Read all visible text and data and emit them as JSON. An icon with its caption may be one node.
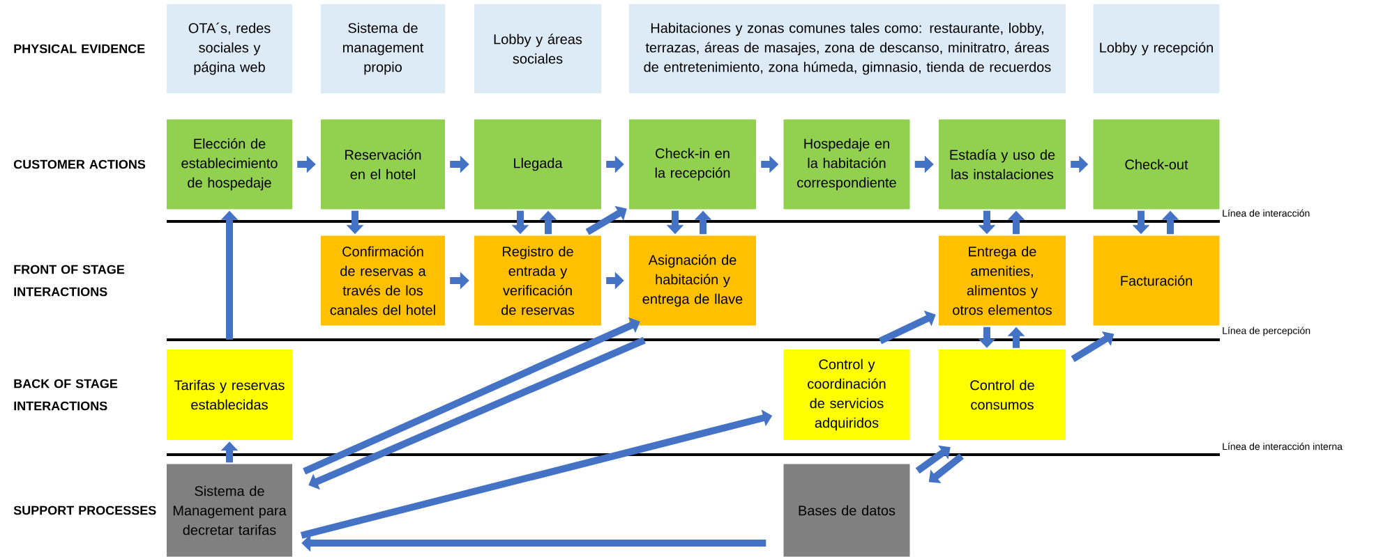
{
  "diagram": {
    "nodes": [
      {
        "text": [
          "OTA´s, redes sociales y página web"
        ]
      },
      {
        "text": [
          "Sistema de management propio"
        ]
      },
      {
        "text": [
          "Lobby y áreas sociales"
        ]
      },
      {
        "text": [
          "Habitaciones y zonas comunes tales como: restaurante, lobby, terrazas, áreas de masajes, zona de descanso, minitratro, áreas de entretenimiento, zona húmeda, gimnasio, tienda de recuerdos"
        ]
      },
      {
        "text": [
          "Lobby y recepción"
        ]
      },
      {
        "text": [
          "Elección de establecimiento de hospedaje"
        ]
      },
      {
        "text": [
          "Reservación en el hotel"
        ]
      },
      {
        "text": [
          "Llegada"
        ]
      },
      {
        "text": [
          "Check-in en la recepción"
        ]
      },
      {
        "text": [
          "Hospedaje en la habitación correspondiente"
        ]
      },
      {
        "text": [
          "Estadía y uso de las instalaciones"
        ]
      },
      {
        "text": [
          "Check-out"
        ]
      },
      {
        "text": [
          "Confirmación de reservas a través de los canales del hotel"
        ]
      },
      {
        "text": [
          "Registro de entrada y verificación de reservas"
        ]
      },
      {
        "text": [
          "Asignación de habitación y entrega de llave"
        ]
      },
      {
        "text": [
          "Entrega de amenities, alimentos y otros elementos"
        ]
      },
      {
        "text": [
          "Facturación"
        ]
      },
      {
        "text": [
          "Tarifas y reservas establecidas"
        ]
      },
      {
        "text": [
          "Control y coordinación de servicios adquiridos"
        ]
      },
      {
        "text": [
          "Control de consumos"
        ]
      },
      {
        "text": [
          "Sistema de Management para decretar tarifas"
        ]
      },
      {
        "text": [
          "Bases de datos"
        ]
      }
    ],
    "edges": [
      {
        "from": 5,
        "to": 6,
        "arrow": "to"
      },
      {
        "from": 6,
        "to": 7,
        "arrow": "to"
      },
      {
        "from": 7,
        "to": 8,
        "arrow": "to"
      },
      {
        "from": 8,
        "to": 9,
        "arrow": "to"
      },
      {
        "from": 9,
        "to": 10,
        "arrow": "to"
      },
      {
        "from": 10,
        "to": 11,
        "arrow": "to"
      },
      {
        "from": 6,
        "to": 12,
        "arrow": "to"
      },
      {
        "from": 7,
        "to": 13,
        "arrow": "to"
      },
      {
        "from": 13,
        "to": 7,
        "arrow": "to"
      },
      {
        "from": 13,
        "to": 8,
        "arrow": "to"
      },
      {
        "from": 8,
        "to": 14,
        "arrow": "to"
      },
      {
        "from": 14,
        "to": 8,
        "arrow": "to"
      },
      {
        "from": 12,
        "to": 13,
        "arrow": "to"
      },
      {
        "from": 13,
        "to": 14,
        "arrow": "to"
      },
      {
        "from": 10,
        "to": 15,
        "arrow": "to"
      },
      {
        "from": 15,
        "to": 10,
        "arrow": "to"
      },
      {
        "from": 11,
        "to": 16,
        "arrow": "to"
      },
      {
        "from": 16,
        "to": 11,
        "arrow": "to"
      },
      {
        "from": 17,
        "to": 5,
        "arrow": "to"
      },
      {
        "from": 20,
        "to": 17,
        "arrow": "to"
      },
      {
        "from": 20,
        "to": 14,
        "arrow": "to"
      },
      {
        "from": 14,
        "to": 20,
        "arrow": "to"
      },
      {
        "from": 20,
        "to": 18,
        "arrow": "to"
      },
      {
        "from": 21,
        "to": 20,
        "arrow": "to"
      },
      {
        "from": 18,
        "to": 15,
        "arrow": "to"
      },
      {
        "from": 15,
        "to": 19,
        "arrow": "to"
      },
      {
        "from": 19,
        "to": 15,
        "arrow": "to"
      },
      {
        "from": 19,
        "to": 16,
        "arrow": "to"
      },
      {
        "from": 21,
        "to": 19,
        "arrow": "to"
      },
      {
        "from": 19,
        "to": 21,
        "arrow": "to"
      }
    ],
    "labels": [
      "PHYSICAL EVIDENCE",
      "CUSTOMER ACTIONS",
      "Línea de interacción",
      "FRONT OF STAGE INTERACTIONS",
      "Línea de percepción",
      "BACK OF STAGE INTERACTIONS",
      "Línea de interacción interna",
      "SUPPORT PROCESSES"
    ]
  }
}
